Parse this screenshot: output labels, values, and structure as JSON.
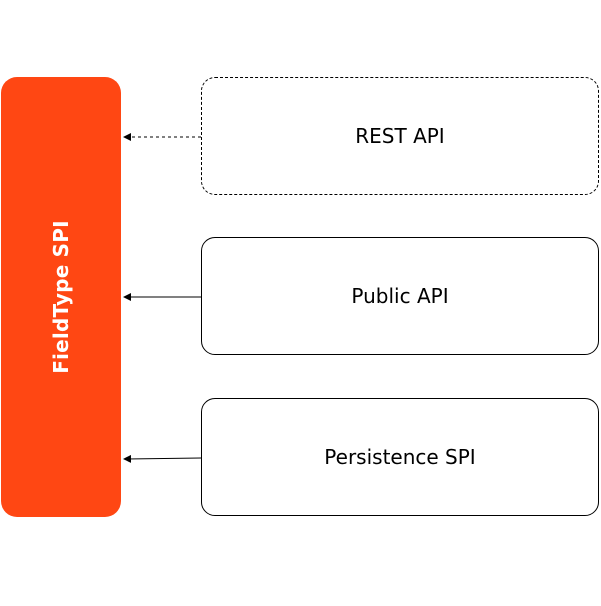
{
  "diagram": {
    "spi": {
      "label": "FieldType SPI",
      "color": "#FF4713"
    },
    "boxes": [
      {
        "label": "REST API",
        "border": "dashed"
      },
      {
        "label": "Public API",
        "border": "solid"
      },
      {
        "label": "Persistence SPI",
        "border": "solid"
      }
    ],
    "connector_color": "#000000"
  }
}
